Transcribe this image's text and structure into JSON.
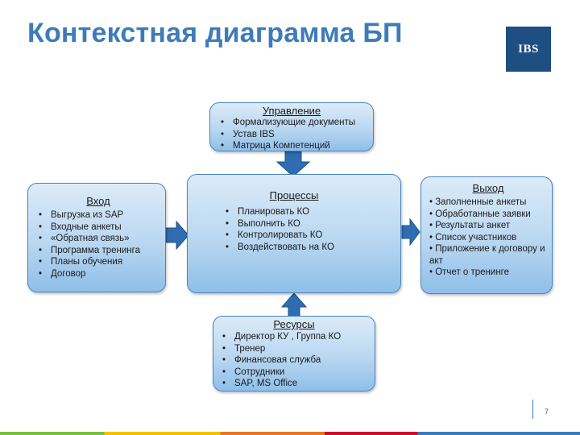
{
  "slide": {
    "title": "Контекстная диаграмма БП",
    "logo_text": "IBS",
    "page_number": "7"
  },
  "control": {
    "title": "Управление",
    "items": [
      "Формализующие документы",
      "Устав IBS",
      "Матрица Компетенций"
    ]
  },
  "input": {
    "title": "Вход",
    "items": [
      "Выгрузка из SAP",
      "Входные анкеты",
      "«Обратная связь»",
      "Программа тренинга",
      "Планы обучения",
      "Договор"
    ]
  },
  "process": {
    "title": "Процессы",
    "items": [
      "Планировать КО",
      "Выполнить КО",
      "Контролировать КО",
      "Воздействовать на КО"
    ]
  },
  "output": {
    "title": "Выход",
    "items": [
      "•  Заполненные анкеты",
      "•  Обработанные заявки",
      "•  Результаты анкет",
      "•  Список участников",
      "•  Приложение к договору  и акт",
      "•  Отчет о тренинге"
    ]
  },
  "resources": {
    "title": "Ресурсы",
    "items": [
      "Директор КУ , Группа КО",
      "Тренер",
      "Финансовая служба",
      "Сотрудники",
      "SAP, MS Office"
    ]
  },
  "colors": {
    "title": "#3d7cb8",
    "box_border": "#4a85c0",
    "arrow": "#2f6db3",
    "logo_bg": "#1f4e82"
  }
}
